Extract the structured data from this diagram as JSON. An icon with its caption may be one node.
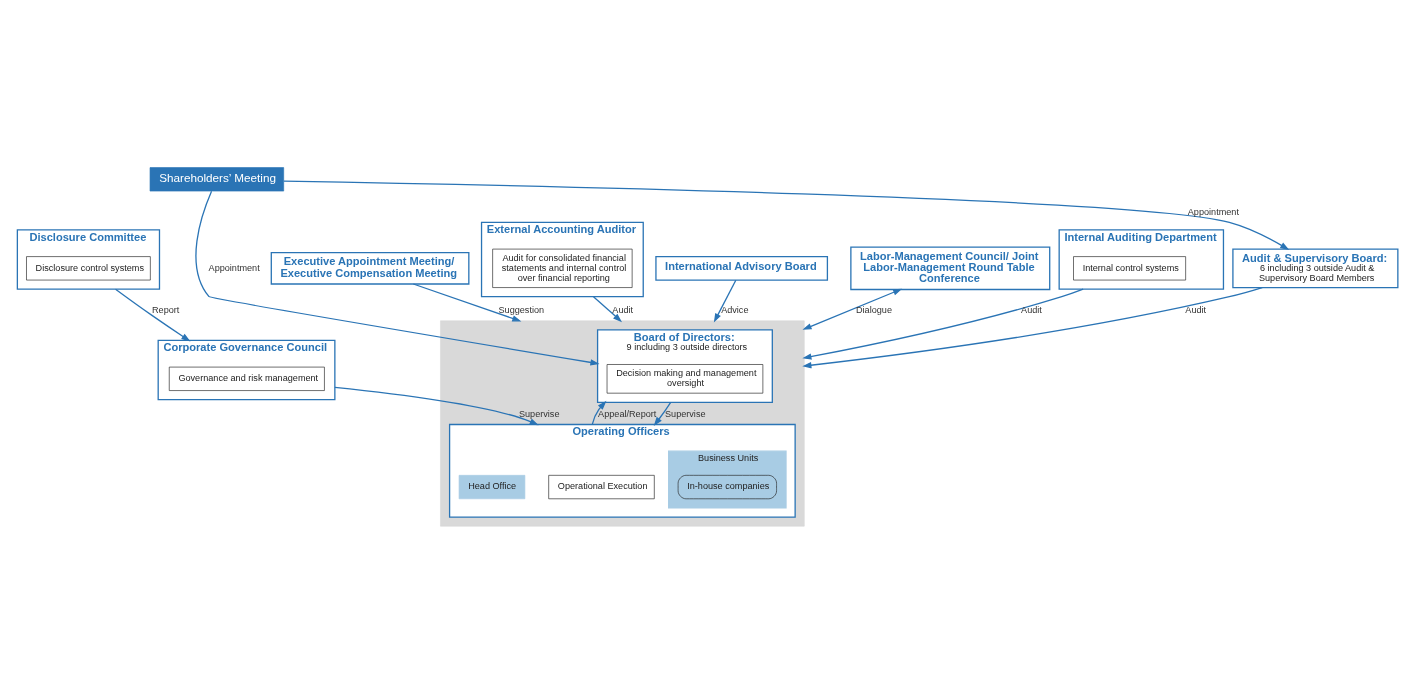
{
  "diagram": {
    "nodes": [
      {
        "text": [
          "Shareholders’ Meeting"
        ]
      },
      {
        "text": [
          "Audit & Supervisory Board:",
          "6 including 3 outside Audit & Supervisory Board Members"
        ]
      },
      {
        "text": [],
        "shape": "box"
      },
      {
        "text": [
          "Board of Directors:",
          "9 including 3 outside directors"
        ],
        "in": 2
      },
      {
        "text": [
          "Decision making and management oversight"
        ],
        "in": 3
      },
      {
        "text": [
          "Executive Appointment Meeting/ Executive Compensation Meeting"
        ]
      },
      {
        "text": [
          "External Accounting Auditor"
        ]
      },
      {
        "text": [
          "Audit for consolidated financial statements and internal control over financial reporting"
        ],
        "in": 6
      },
      {
        "text": [
          "Operating Officers"
        ],
        "in": 2
      },
      {
        "text": [
          "Operational Execution"
        ],
        "in": 8
      },
      {
        "text": [
          "Head Office"
        ],
        "in": 8
      },
      {
        "text": [
          "Business Units"
        ],
        "in": 8
      },
      {
        "text": [
          "In-house companies"
        ],
        "in": 11
      },
      {
        "text": [
          "International Advisory Board"
        ]
      },
      {
        "text": [
          "Labor-Management Council/ Joint Labor-Management Round Table Conference"
        ]
      },
      {
        "text": [
          "Corporate Governance Council"
        ]
      },
      {
        "text": [
          "Governance and risk management"
        ],
        "in": 15
      },
      {
        "text": [
          "Disclosure Committee"
        ]
      },
      {
        "text": [
          "Disclosure control systems"
        ],
        "in": 17
      },
      {
        "text": [
          "Internal Auditing Department"
        ]
      },
      {
        "text": [
          "Internal control systems"
        ],
        "in": 19
      }
    ],
    "edges": [
      {
        "from": 0,
        "to": 1,
        "arrow": "to",
        "label": "Appointment"
      },
      {
        "from": 0,
        "to": 3,
        "arrow": "to",
        "label": "Appointment"
      },
      {
        "from": 1,
        "to": 2,
        "arrow": "to",
        "label": "Audit"
      },
      {
        "from": 5,
        "to": 2,
        "arrow": "to",
        "label": "Suggestion"
      },
      {
        "from": 8,
        "to": 3,
        "arrow": "to",
        "label": "Appeal/Report"
      },
      {
        "from": 3,
        "to": 8,
        "arrow": "to",
        "label": "Supervise"
      },
      {
        "from": 6,
        "to": 2,
        "arrow": "to",
        "label": "Audit"
      },
      {
        "from": 13,
        "to": 2,
        "arrow": "to",
        "label": "Advice"
      },
      {
        "from": 14,
        "to": 2,
        "arrow": "both",
        "label": "Dialogue"
      },
      {
        "from": 15,
        "to": 8,
        "arrow": "to",
        "label": "Supervise"
      },
      {
        "from": 17,
        "to": 15,
        "arrow": "to",
        "label": "Report"
      },
      {
        "from": 19,
        "to": 2,
        "arrow": "to",
        "label": "Audit"
      }
    ]
  }
}
